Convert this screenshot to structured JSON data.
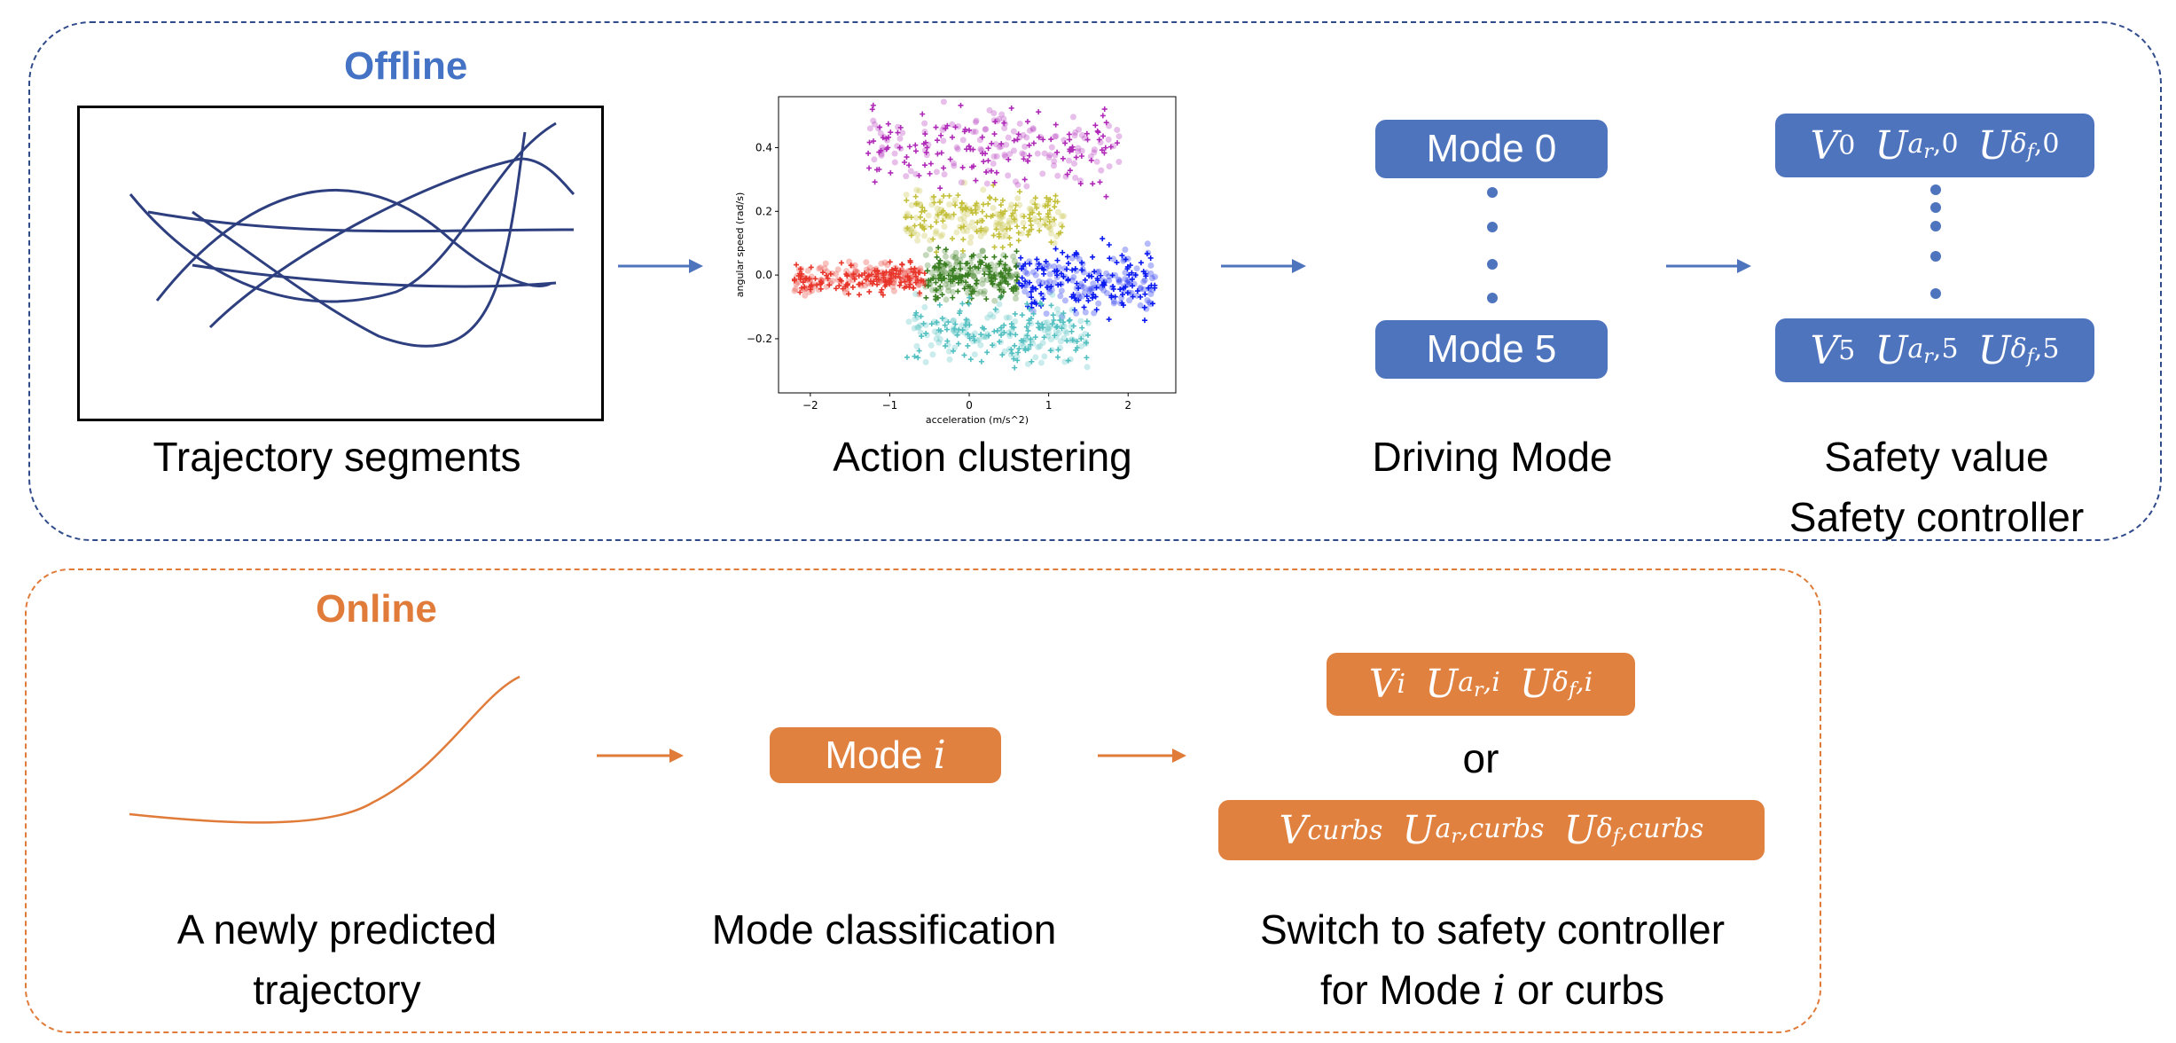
{
  "offline": {
    "title": "Offline",
    "labels": {
      "trajectory_segments": "Trajectory segments",
      "action_clustering": "Action clustering",
      "driving_mode": "Driving Mode",
      "safety_value": "Safety value",
      "safety_controller": "Safety controller"
    },
    "modes": [
      "Mode 0",
      "Mode 5"
    ],
    "safety_sets": [
      {
        "V": "V",
        "V_sub": "0",
        "Ua": "U",
        "Ua_sub": "a",
        "Ua_subsub": "r",
        "Ua_idx": ",0",
        "Ud": "U",
        "Ud_sub": "δ",
        "Ud_subsub": "f",
        "Ud_idx": ",0"
      },
      {
        "V": "V",
        "V_sub": "5",
        "Ua": "U",
        "Ua_sub": "a",
        "Ua_subsub": "r",
        "Ua_idx": ",5",
        "Ud": "U",
        "Ud_sub": "δ",
        "Ud_subsub": "f",
        "Ud_idx": ",5"
      }
    ]
  },
  "online": {
    "title": "Online",
    "labels": {
      "new_traj_1": "A newly predicted",
      "new_traj_2": "trajectory",
      "mode_classification": "Mode classification",
      "switch_1": "Switch to safety controller",
      "switch_2_pre": "for Mode ",
      "switch_2_var": "i",
      "switch_2_post": " or curbs"
    },
    "mode_box": {
      "text": "Mode ",
      "var": "i"
    },
    "or": "or",
    "safety_i": {
      "V_sub": "i",
      "idx": ",i"
    },
    "safety_curbs": {
      "V_sub": "curbs",
      "idx": ",curbs"
    }
  },
  "colors": {
    "offline": "#2F4A8A",
    "offline_text": "#4472C4",
    "online": "#E07B39",
    "blue_box": "#4F74BE",
    "orange_box": "#E0813F"
  },
  "chart_data": {
    "type": "scatter",
    "xlabel": "acceleration (m/s^2)",
    "ylabel": "angular speed (rad/s)",
    "xlim": [
      -2.4,
      2.6
    ],
    "ylim": [
      -0.37,
      0.56
    ],
    "xticks": [
      "−2",
      "−1",
      "0",
      "1",
      "2"
    ],
    "xtick_values": [
      -2,
      -1,
      0,
      1,
      2
    ],
    "yticks": [
      "0.4",
      "0.2",
      "0.0",
      "−0.2"
    ],
    "ytick_values": [
      0.4,
      0.2,
      0.0,
      -0.2
    ],
    "clusters": [
      {
        "name": "red",
        "color": "#E8352A",
        "x_range": [
          -2.2,
          -0.55
        ],
        "y_center": -0.01,
        "y_spread": 0.03
      },
      {
        "name": "green",
        "color": "#3A7F22",
        "x_range": [
          -0.55,
          0.62
        ],
        "y_center": -0.005,
        "y_spread": 0.05
      },
      {
        "name": "blue",
        "color": "#0A1AF0",
        "x_range": [
          0.62,
          2.35
        ],
        "y_center": -0.02,
        "y_spread": 0.07
      },
      {
        "name": "yellow",
        "color": "#C4C03C",
        "x_range": [
          -0.8,
          1.2
        ],
        "y_center": 0.18,
        "y_spread": 0.06
      },
      {
        "name": "magenta",
        "color": "#B02AB8",
        "x_range": [
          -1.3,
          1.9
        ],
        "y_center": 0.4,
        "y_spread": 0.08
      },
      {
        "name": "cyan",
        "color": "#52BFC0",
        "x_range": [
          -0.8,
          1.5
        ],
        "y_center": -0.18,
        "y_spread": 0.07
      }
    ]
  }
}
